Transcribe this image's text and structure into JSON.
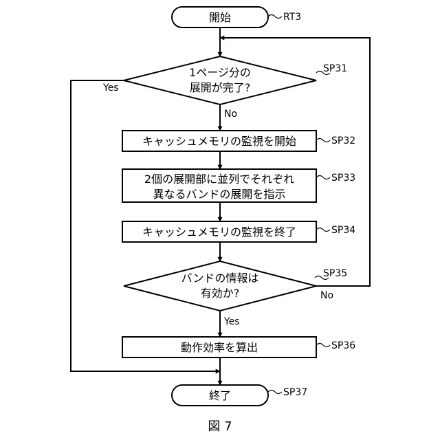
{
  "nodes": {
    "start": {
      "text": "開始",
      "ref": "RT3"
    },
    "sp31": {
      "lines": [
        "1ページ分の",
        "展開が完了?"
      ],
      "ref": "SP31",
      "yes": "Yes",
      "no": "No"
    },
    "sp32": {
      "text": "キャッシュメモリの監視を開始",
      "ref": "SP32"
    },
    "sp33": {
      "lines": [
        "2個の展開部に並列でそれぞれ",
        "異なるバンドの展開を指示"
      ],
      "ref": "SP33"
    },
    "sp34": {
      "text": "キャッシュメモリの監視を終了",
      "ref": "SP34"
    },
    "sp35": {
      "lines": [
        "バンドの情報は",
        "有効か?"
      ],
      "ref": "SP35",
      "yes": "Yes",
      "no": "No"
    },
    "sp36": {
      "text": "動作効率を算出",
      "ref": "SP36"
    },
    "end": {
      "text": "終了",
      "ref": "SP37"
    }
  },
  "figure": {
    "caption": "図 7"
  }
}
